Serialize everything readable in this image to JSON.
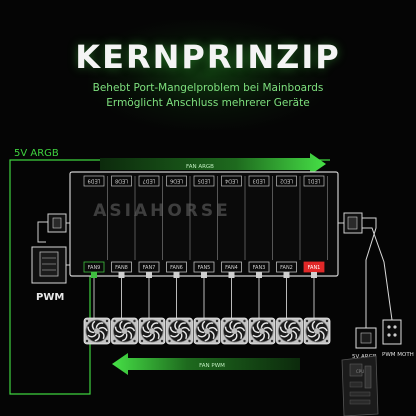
{
  "header": {
    "title": "KERNPRINZIP",
    "subtitle_1": "Behebt Port-Mangelproblem bei Mainboards",
    "subtitle_2": "Ermöglicht Anschluss mehrerer Geräte"
  },
  "labels": {
    "argb_5v": "5V ARGB",
    "pwm": "PWM",
    "fan_argb": "FAN ARGB",
    "fan_pwm": "FAN PWM",
    "watermark": "ASIAHORSE",
    "plug_5v_argb": "5V ARGB",
    "plug_pwm_moth": "PWM MOTH",
    "cpu_header_chip": "CPU"
  },
  "led_ports": [
    "LED9",
    "LED8",
    "LED7",
    "LED6",
    "LED5",
    "LED4",
    "LED3",
    "LED2",
    "LED1"
  ],
  "fan_ports": [
    "FAN9",
    "FAN8",
    "FAN7",
    "FAN6",
    "FAN5",
    "FAN4",
    "FAN3",
    "FAN2",
    "FAN1"
  ],
  "colors": {
    "accent_green": "#3fd23f",
    "fan1_red": "#e02828",
    "fan9_green": "#3fbf3f"
  }
}
